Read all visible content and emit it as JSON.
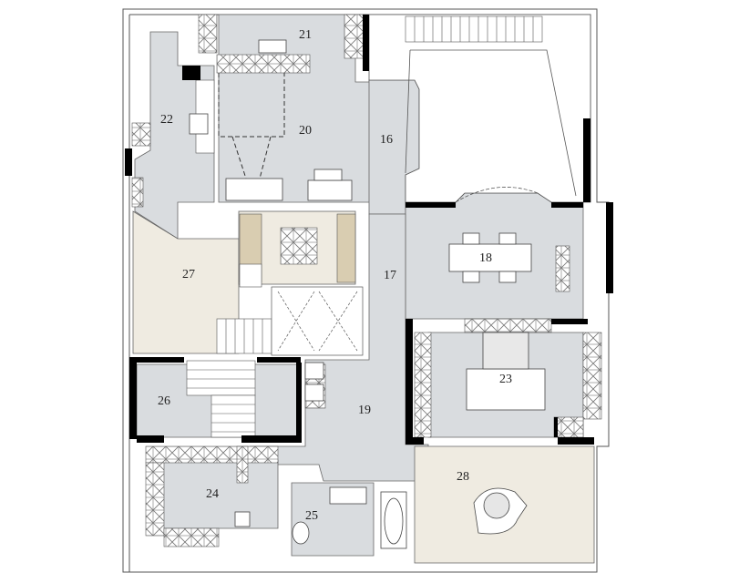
{
  "colors": {
    "room_fill": "#d9dcdf",
    "beige_fill": "#efebe1",
    "wall_black": "#000000",
    "outline": "#555555",
    "counter_tan": "#d9cdb1",
    "hatch": "#777777"
  },
  "rooms": [
    {
      "key": "r16",
      "label": "16"
    },
    {
      "key": "r17",
      "label": "17"
    },
    {
      "key": "r18",
      "label": "18"
    },
    {
      "key": "r19",
      "label": "19"
    },
    {
      "key": "r20",
      "label": "20"
    },
    {
      "key": "r21",
      "label": "21"
    },
    {
      "key": "r22",
      "label": "22"
    },
    {
      "key": "r23",
      "label": "23"
    },
    {
      "key": "r24",
      "label": "24"
    },
    {
      "key": "r25",
      "label": "25"
    },
    {
      "key": "r26",
      "label": "26"
    },
    {
      "key": "r27",
      "label": "27"
    },
    {
      "key": "r28",
      "label": "28"
    }
  ]
}
